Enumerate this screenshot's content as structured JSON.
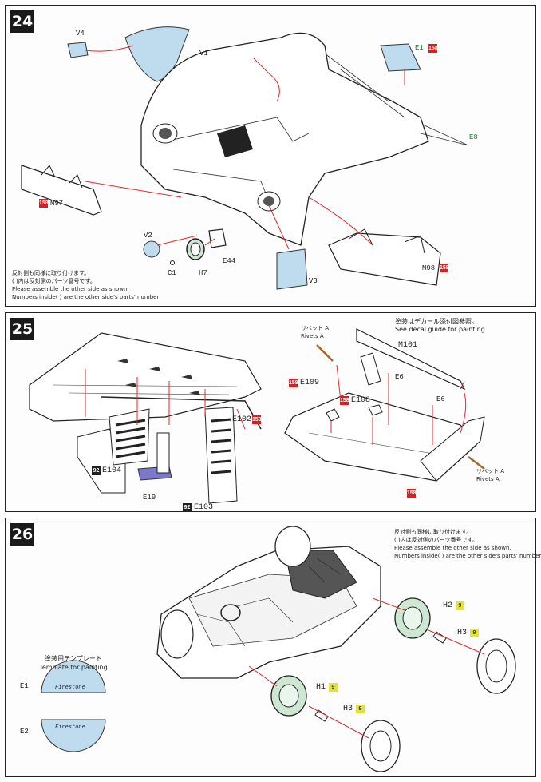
{
  "colors": {
    "accent_red": "#d72020",
    "accent_yellow": "#e3e23d",
    "part_blue": "#bfdcef",
    "part_green": "#cde7d2",
    "leader_red": "#e02a2a"
  },
  "step24": {
    "number": "24",
    "labels": {
      "v4": "V4",
      "v1": "V1",
      "e1": "E1",
      "e1_badge": "158",
      "e8": "E8",
      "m97": "M97",
      "m97_badge": "158",
      "v2": "V2",
      "c1": "C1",
      "h7": "H7",
      "e44": "E44",
      "v3": "V3",
      "m98": "M98",
      "m98_badge": "158"
    },
    "note": {
      "jp1": "反対側も同様に取り付けます。",
      "jp2": "( )内は反対側のパーツ番号です。",
      "en1": "Please assemble the other side as shown.",
      "en2": "Numbers inside( ) are the other side's parts' number"
    }
  },
  "step25": {
    "number": "25",
    "labels": {
      "e102": "E102",
      "e102_badge": "158",
      "e104": "E104",
      "e104_badge": "92",
      "e19": "E19",
      "e103": "E103",
      "e103_badge": "92",
      "rivets_jp_top": "リベット A",
      "rivets_en_top": "Rivets A",
      "m101": "M101",
      "e6a": "E6",
      "e6b": "E6",
      "e109": "E109",
      "e109_badge": "158",
      "e108": "E108",
      "e108_badge": "158",
      "bottom_badge": "158",
      "rivets_jp_right": "リベット A",
      "rivets_en_right": "Rivets A"
    },
    "note": {
      "jp": "塗装はデカール添付図参照。",
      "en": "See decal guide for painting"
    }
  },
  "step26": {
    "number": "26",
    "note": {
      "jp1": "反対側も同様に取り付けます。",
      "jp2": "( )内は反対側のパーツ番号です。",
      "en1": "Please assemble the other side as shown.",
      "en2": "Numbers inside( ) are the other side's parts' number"
    },
    "labels": {
      "h2": "H2",
      "h2_badge": "9",
      "h3a": "H3",
      "h3a_badge": "9",
      "h1": "H1",
      "h1_badge": "9",
      "h3b": "H3",
      "h3b_badge": "9"
    },
    "template": {
      "title_jp": "塗装用テンプレート",
      "title_en": "Template for painting",
      "e1": "E1",
      "e2": "E2",
      "tire_text": "Firestone"
    }
  }
}
